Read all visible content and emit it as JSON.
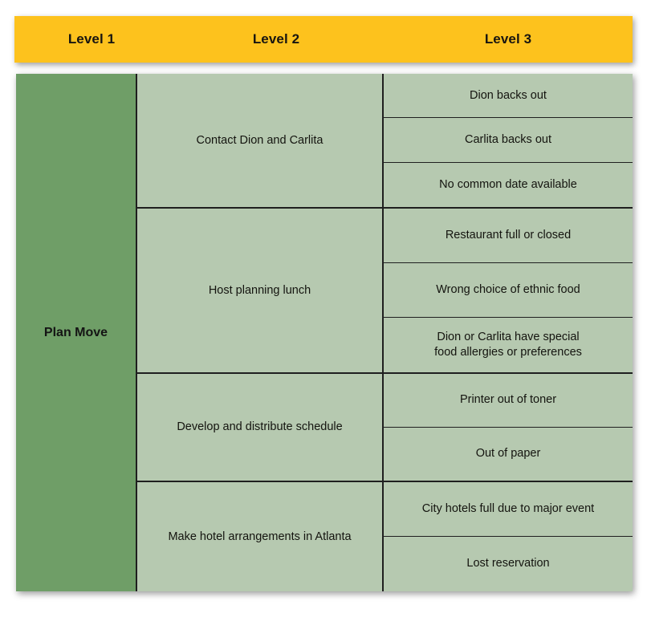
{
  "header": {
    "level_1_label": "Level 1",
    "level_2_label": "Level 2",
    "level_3_label": "Level 3",
    "background_color": "#FDC21D"
  },
  "colors": {
    "header_yellow": "#FDC21D",
    "level1_green": "#6F9E67",
    "cell_green": "#B6C9B0",
    "border_dark": "#1f1f1f",
    "text_dark": "#14140f"
  },
  "matrix": {
    "level_1": {
      "label": "Plan Move"
    },
    "groups": [
      {
        "level_2": "Contact Dion and Carlita",
        "level_3": [
          "Dion backs out",
          "Carlita backs out",
          "No common date available"
        ]
      },
      {
        "level_2": "Host planning lunch",
        "level_3": [
          "Restaurant full or closed",
          "Wrong choice of ethnic food",
          "Dion or Carlita have special\nfood allergies or preferences"
        ]
      },
      {
        "level_2": "Develop and distribute schedule",
        "level_3": [
          "Printer out of toner",
          "Out of paper"
        ]
      },
      {
        "level_2": "Make hotel arrangements in Atlanta",
        "level_3": [
          "City hotels full due to major event",
          "Lost reservation"
        ]
      }
    ]
  }
}
